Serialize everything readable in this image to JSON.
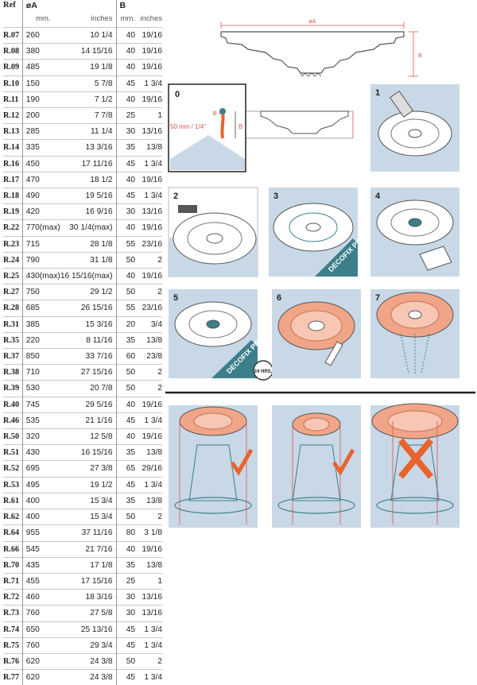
{
  "table": {
    "headers": {
      "ref": "Ref",
      "a": "øA",
      "b": "B"
    },
    "subheaders": {
      "a_mm": "mm.",
      "a_in": "inches",
      "b_mm": "mm.",
      "b_in": "inches"
    },
    "rows": [
      {
        "ref": "R.07",
        "a_mm": "260",
        "a_in": "10 1/4",
        "b_mm": "40",
        "b_in": "19/16"
      },
      {
        "ref": "R.08",
        "a_mm": "380",
        "a_in": "14 15/16",
        "b_mm": "40",
        "b_in": "19/16"
      },
      {
        "ref": "R.09",
        "a_mm": "485",
        "a_in": "19 1/8",
        "b_mm": "40",
        "b_in": "19/16"
      },
      {
        "ref": "R.10",
        "a_mm": "150",
        "a_in": "5 7/8",
        "b_mm": "45",
        "b_in": "1 3/4"
      },
      {
        "ref": "R.11",
        "a_mm": "190",
        "a_in": "7 1/2",
        "b_mm": "40",
        "b_in": "19/16"
      },
      {
        "ref": "R.12",
        "a_mm": "200",
        "a_in": "7 7/8",
        "b_mm": "25",
        "b_in": "1"
      },
      {
        "ref": "R.13",
        "a_mm": "285",
        "a_in": "11 1/4",
        "b_mm": "30",
        "b_in": "13/16"
      },
      {
        "ref": "R.14",
        "a_mm": "335",
        "a_in": "13 3/16",
        "b_mm": "35",
        "b_in": "13/8"
      },
      {
        "ref": "R.16",
        "a_mm": "450",
        "a_in": "17 11/16",
        "b_mm": "45",
        "b_in": "1 3/4"
      },
      {
        "ref": "R.17",
        "a_mm": "470",
        "a_in": "18 1/2",
        "b_mm": "40",
        "b_in": "19/16"
      },
      {
        "ref": "R.18",
        "a_mm": "490",
        "a_in": "19 5/16",
        "b_mm": "45",
        "b_in": "1 3/4"
      },
      {
        "ref": "R.19",
        "a_mm": "420",
        "a_in": "16 9/16",
        "b_mm": "30",
        "b_in": "13/16"
      },
      {
        "ref": "R.22",
        "a_mm": "770(max)",
        "a_in": "30 1/4(max)",
        "b_mm": "40",
        "b_in": "19/16"
      },
      {
        "ref": "R.23",
        "a_mm": "715",
        "a_in": "28 1/8",
        "b_mm": "55",
        "b_in": "23/16"
      },
      {
        "ref": "R.24",
        "a_mm": "790",
        "a_in": "31 1/8",
        "b_mm": "50",
        "b_in": "2"
      },
      {
        "ref": "R.25",
        "a_mm": "430(max)",
        "a_in": "16 15/16(max)",
        "b_mm": "40",
        "b_in": "19/16"
      },
      {
        "ref": "R.27",
        "a_mm": "750",
        "a_in": "29 1/2",
        "b_mm": "50",
        "b_in": "2"
      },
      {
        "ref": "R.28",
        "a_mm": "685",
        "a_in": "26 15/16",
        "b_mm": "55",
        "b_in": "23/16"
      },
      {
        "ref": "R.31",
        "a_mm": "385",
        "a_in": "15 3/16",
        "b_mm": "20",
        "b_in": "3/4"
      },
      {
        "ref": "R.35",
        "a_mm": "220",
        "a_in": "8 11/16",
        "b_mm": "35",
        "b_in": "13/8"
      },
      {
        "ref": "R.37",
        "a_mm": "850",
        "a_in": "33 7/16",
        "b_mm": "60",
        "b_in": "23/8"
      },
      {
        "ref": "R.38",
        "a_mm": "710",
        "a_in": "27 15/16",
        "b_mm": "50",
        "b_in": "2"
      },
      {
        "ref": "R.39",
        "a_mm": "530",
        "a_in": "20 7/8",
        "b_mm": "50",
        "b_in": "2"
      },
      {
        "ref": "R.40",
        "a_mm": "745",
        "a_in": "29 5/16",
        "b_mm": "40",
        "b_in": "19/16"
      },
      {
        "ref": "R.46",
        "a_mm": "535",
        "a_in": "21 1/16",
        "b_mm": "45",
        "b_in": "1 3/4"
      },
      {
        "ref": "R.50",
        "a_mm": "320",
        "a_in": "12 5/8",
        "b_mm": "40",
        "b_in": "19/16"
      },
      {
        "ref": "R.51",
        "a_mm": "430",
        "a_in": "16 15/16",
        "b_mm": "35",
        "b_in": "13/8"
      },
      {
        "ref": "R.52",
        "a_mm": "695",
        "a_in": "27 3/8",
        "b_mm": "65",
        "b_in": "29/16"
      },
      {
        "ref": "R.53",
        "a_mm": "495",
        "a_in": "19 1/2",
        "b_mm": "45",
        "b_in": "1 3/4"
      },
      {
        "ref": "R.61",
        "a_mm": "400",
        "a_in": "15 3/4",
        "b_mm": "35",
        "b_in": "13/8"
      },
      {
        "ref": "R.62",
        "a_mm": "400",
        "a_in": "15 3/4",
        "b_mm": "50",
        "b_in": "2"
      },
      {
        "ref": "R.64",
        "a_mm": "955",
        "a_in": "37 11/16",
        "b_mm": "80",
        "b_in": "3 1/8"
      },
      {
        "ref": "R.66",
        "a_mm": "545",
        "a_in": "21 7/16",
        "b_mm": "40",
        "b_in": "19/16"
      },
      {
        "ref": "R.70",
        "a_mm": "435",
        "a_in": "17 1/8",
        "b_mm": "35",
        "b_in": "13/8"
      },
      {
        "ref": "R.71",
        "a_mm": "455",
        "a_in": "17 15/16",
        "b_mm": "25",
        "b_in": "1"
      },
      {
        "ref": "R.72",
        "a_mm": "460",
        "a_in": "18 3/16",
        "b_mm": "30",
        "b_in": "13/16"
      },
      {
        "ref": "R.73",
        "a_mm": "760",
        "a_in": "27 5/8",
        "b_mm": "30",
        "b_in": "13/16"
      },
      {
        "ref": "R.74",
        "a_mm": "650",
        "a_in": "25 13/16",
        "b_mm": "45",
        "b_in": "1 3/4"
      },
      {
        "ref": "R.75",
        "a_mm": "760",
        "a_in": "29 3/4",
        "b_mm": "45",
        "b_in": "1 3/4"
      },
      {
        "ref": "R.76",
        "a_mm": "620",
        "a_in": "24 3/8",
        "b_mm": "50",
        "b_in": "2"
      },
      {
        "ref": "R.77",
        "a_mm": "620",
        "a_in": "24 3/8",
        "b_mm": "45",
        "b_in": "1 3/4"
      }
    ]
  },
  "profile": {
    "dim_a": "øA",
    "dim_b": "B"
  },
  "steps": [
    {
      "num": "0",
      "dim_label": "50 mm / 1/4\"",
      "dim_b": "B",
      "plus_label": "B +"
    },
    {
      "num": "1"
    },
    {
      "num": "2"
    },
    {
      "num": "3",
      "product_label": "DECOFIX PRO"
    },
    {
      "num": "4"
    },
    {
      "num": "5",
      "product_label": "DECOFIX PRO",
      "timer_label": "24 HRS."
    },
    {
      "num": "6"
    },
    {
      "num": "7"
    }
  ],
  "colors": {
    "salmon": "#f0a588",
    "teal": "#3c7f8a",
    "blue_bg": "#c8d8e6",
    "orange": "#e8642c",
    "red_line": "#e05050"
  },
  "icons": {
    "good_fit_1": "check-icon",
    "good_fit_2": "check-icon",
    "bad_fit": "x-icon"
  }
}
